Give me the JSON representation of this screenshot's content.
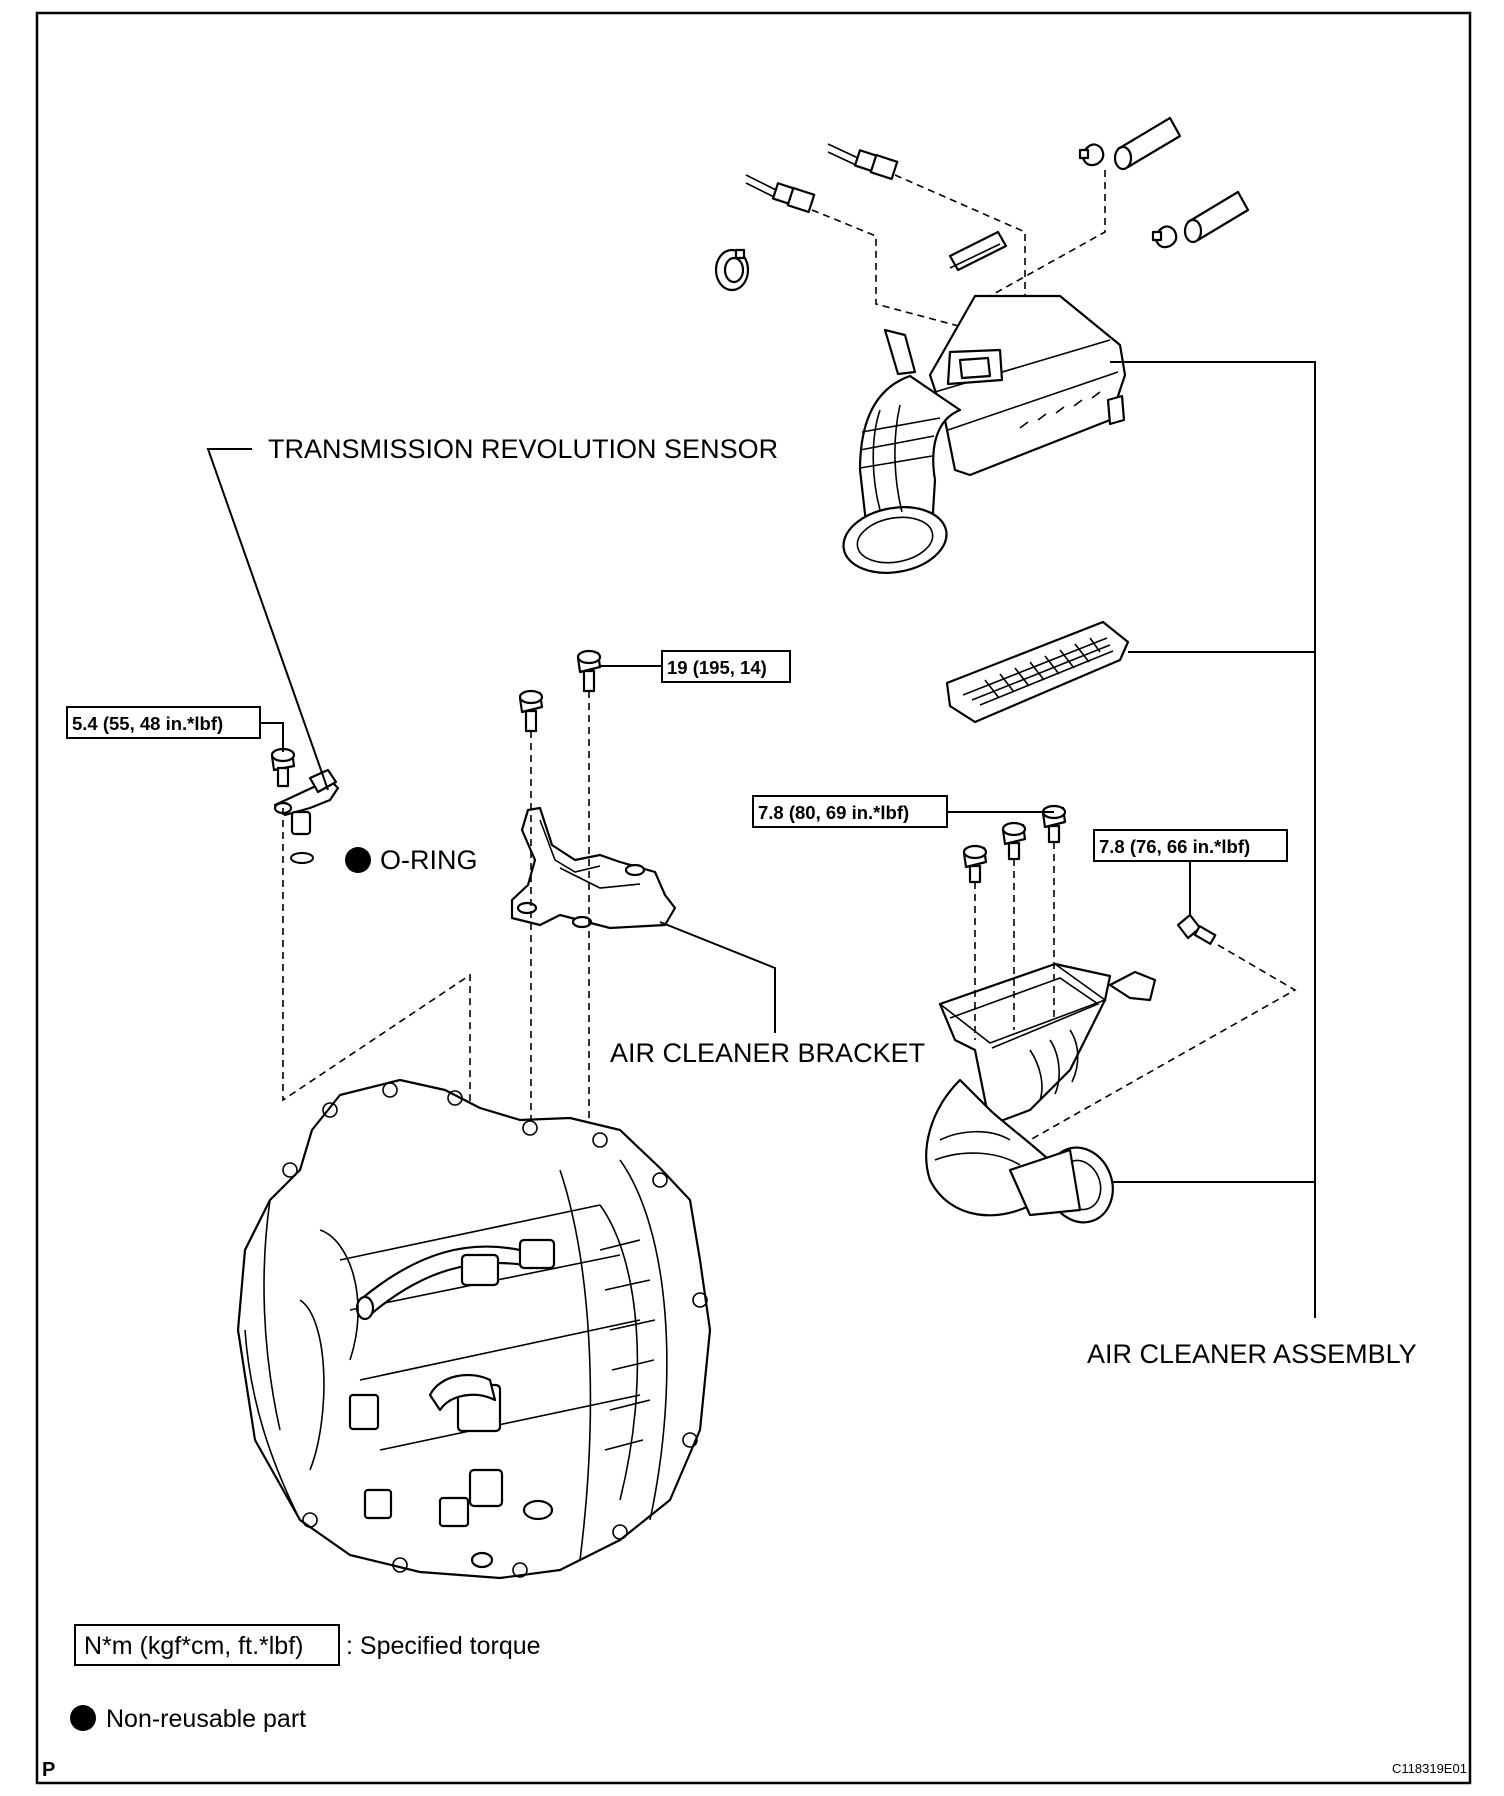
{
  "labels": {
    "transmission_revolution_sensor": "TRANSMISSION REVOLUTION SENSOR",
    "o_ring": "O-RING",
    "air_cleaner_bracket": "AIR CLEANER BRACKET",
    "air_cleaner_assembly": "AIR CLEANER ASSEMBLY"
  },
  "torque_specs": {
    "sensor_bolt": "5.4 (55, 48 in.*lbf)",
    "bracket_bolt": "19 (195, 14)",
    "case_bolts": "7.8 (80, 69 in.*lbf)",
    "side_bolt": "7.8 (76, 66 in.*lbf)"
  },
  "legend": {
    "torque_unit": "N*m (kgf*cm, ft.*lbf)",
    "torque_desc": ": Specified torque",
    "nonreusable_desc": "Non-reusable part"
  },
  "footer": {
    "left_mark": "P",
    "figure_code": "C118319E01"
  }
}
